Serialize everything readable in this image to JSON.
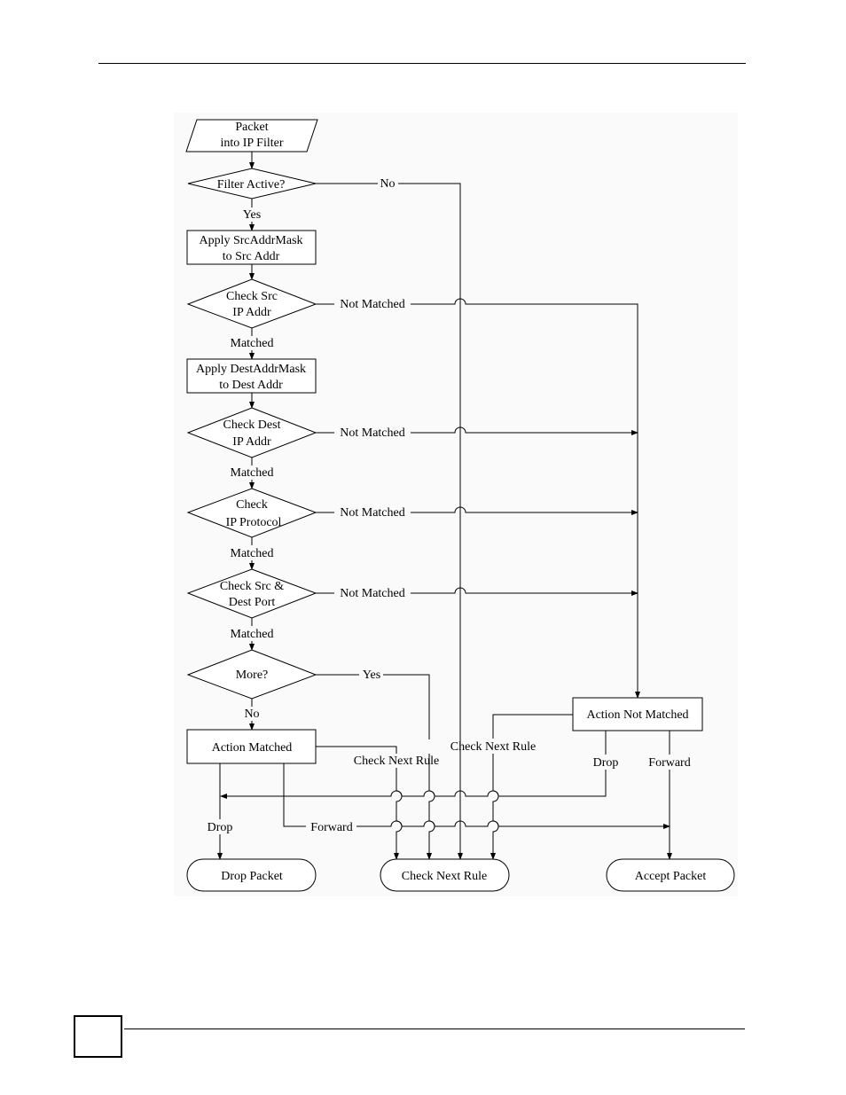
{
  "page": {
    "number": ""
  },
  "flow": {
    "start": [
      "Packet",
      "into IP Filter"
    ],
    "filter_active": "Filter Active?",
    "apply_src_mask": [
      "Apply SrcAddrMask",
      "to  Src Addr"
    ],
    "check_src_ip": [
      "Check Src",
      "IP Addr"
    ],
    "apply_dest_mask": [
      "Apply DestAddrMask",
      "to  Dest Addr"
    ],
    "check_dest_ip": [
      "Check Dest",
      "IP Addr"
    ],
    "check_protocol": [
      "Check",
      "IP Protocol"
    ],
    "check_ports": [
      "Check  Src &",
      "Dest Port"
    ],
    "more": "More?",
    "action_matched": "Action Matched",
    "action_not_matched": "Action Not Matched",
    "drop_packet": "Drop Packet",
    "check_next_rule": "Check Next Rule",
    "accept_packet": "Accept Packet"
  },
  "labels": {
    "no": "No",
    "yes": "Yes",
    "matched": "Matched",
    "not_matched": "Not Matched",
    "check_next_rule": "Check Next Rule",
    "drop": "Drop",
    "forward": "Forward"
  }
}
